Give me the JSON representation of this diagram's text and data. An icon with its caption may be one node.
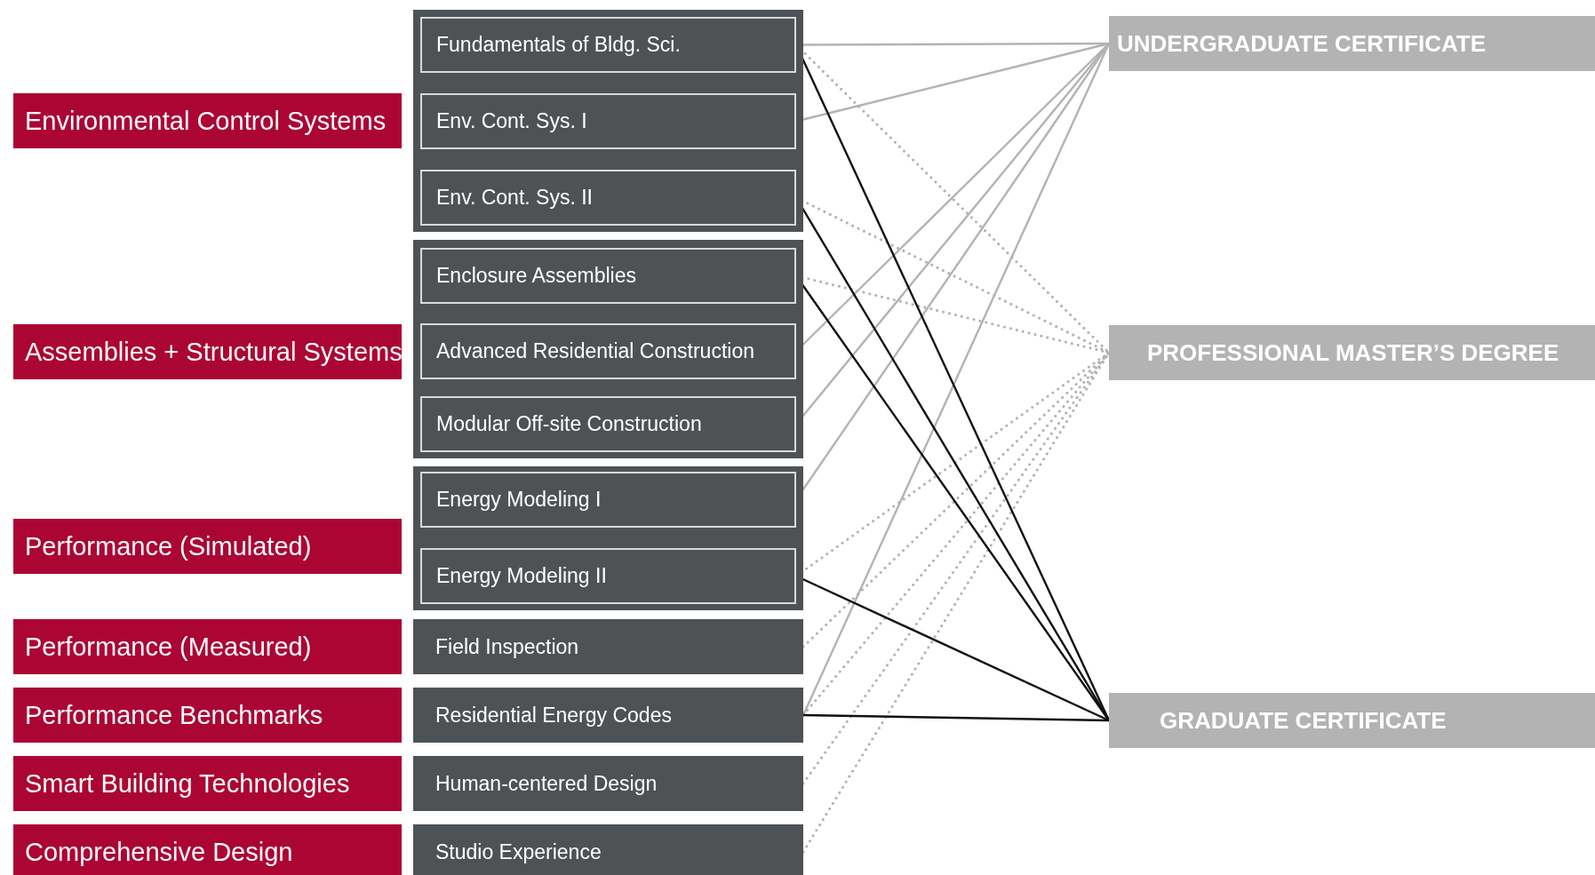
{
  "diagram": {
    "nodes": [
      {
        "text": [
          "Environmental Control Systems"
        ]
      },
      {
        "text": [
          "Assemblies + Structural Systems"
        ]
      },
      {
        "text": [
          "Performance (Simulated)"
        ]
      },
      {
        "text": [
          "Performance (Measured)"
        ]
      },
      {
        "text": [
          "Performance Benchmarks"
        ]
      },
      {
        "text": [
          "Smart Building Technologies"
        ]
      },
      {
        "text": [
          "Comprehensive Design"
        ]
      },
      {
        "text": [],
        "shape": "box"
      },
      {
        "text": [
          "Fundamentals of Bldg. Sci."
        ],
        "in": 7
      },
      {
        "text": [
          "Env. Cont. Sys. I"
        ],
        "in": 7
      },
      {
        "text": [
          "Env. Cont. Sys. II"
        ],
        "in": 7
      },
      {
        "text": [],
        "shape": "box"
      },
      {
        "text": [
          "Enclosure Assemblies"
        ],
        "in": 11
      },
      {
        "text": [
          "Advanced Residential Construction"
        ],
        "in": 11
      },
      {
        "text": [
          "Modular Off-site Construction"
        ],
        "in": 11
      },
      {
        "text": [],
        "shape": "box"
      },
      {
        "text": [
          "Energy Modeling I"
        ],
        "in": 15
      },
      {
        "text": [
          "Energy Modeling II"
        ],
        "in": 15
      },
      {
        "text": [
          "Field Inspection"
        ]
      },
      {
        "text": [
          "Residential Energy Codes"
        ]
      },
      {
        "text": [
          "Human-centered Design"
        ]
      },
      {
        "text": [
          "Studio Experience"
        ]
      },
      {
        "text": [
          "UNDERGRADUATE CERTIFICATE"
        ]
      },
      {
        "text": [
          "PROFESSIONAL MASTER’S DEGREE"
        ]
      },
      {
        "text": [
          "GRADUATE CERTIFICATE"
        ]
      }
    ],
    "edges": [
      {
        "from": 8,
        "to": 22,
        "arrow": "none"
      },
      {
        "from": 9,
        "to": 22,
        "arrow": "none"
      },
      {
        "from": 13,
        "to": 22,
        "arrow": "none"
      },
      {
        "from": 14,
        "to": 22,
        "arrow": "none"
      },
      {
        "from": 16,
        "to": 22,
        "arrow": "none"
      },
      {
        "from": 19,
        "to": 22,
        "arrow": "none"
      },
      {
        "from": 8,
        "to": 23,
        "arrow": "none",
        "style": "dashed"
      },
      {
        "from": 10,
        "to": 23,
        "arrow": "none",
        "style": "dashed"
      },
      {
        "from": 12,
        "to": 23,
        "arrow": "none",
        "style": "dashed"
      },
      {
        "from": 17,
        "to": 23,
        "arrow": "none",
        "style": "dashed"
      },
      {
        "from": 18,
        "to": 23,
        "arrow": "none",
        "style": "dashed"
      },
      {
        "from": 19,
        "to": 23,
        "arrow": "none",
        "style": "dashed"
      },
      {
        "from": 20,
        "to": 23,
        "arrow": "none",
        "style": "dashed"
      },
      {
        "from": 21,
        "to": 23,
        "arrow": "none",
        "style": "dashed"
      },
      {
        "from": 8,
        "to": 24,
        "arrow": "none",
        "color": "#111111"
      },
      {
        "from": 10,
        "to": 24,
        "arrow": "none",
        "color": "#111111"
      },
      {
        "from": 12,
        "to": 24,
        "arrow": "none",
        "color": "#111111"
      },
      {
        "from": 17,
        "to": 24,
        "arrow": "none",
        "color": "#111111"
      },
      {
        "from": 19,
        "to": 24,
        "arrow": "none",
        "color": "#111111"
      }
    ]
  }
}
